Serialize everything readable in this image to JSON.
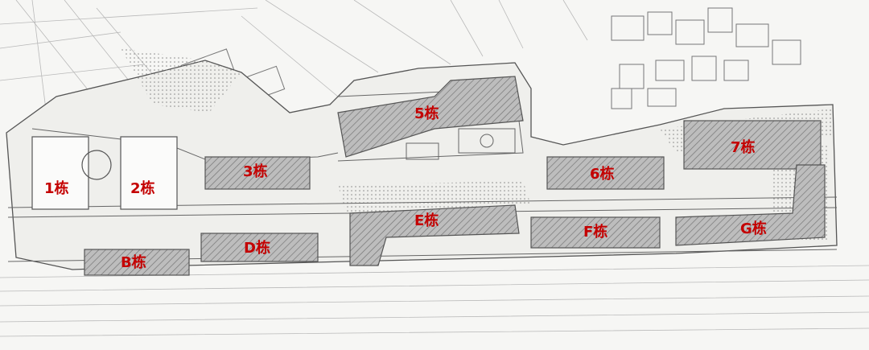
{
  "buildings": {
    "b1": "1栋",
    "b2": "2栋",
    "b3": "3栋",
    "b5": "5栋",
    "b6": "6栋",
    "b7": "7栋",
    "bB": "B栋",
    "bD": "D栋",
    "bE": "E栋",
    "bF": "F栋",
    "bG": "G栋"
  },
  "colors": {
    "label": "#c40000",
    "paper": "#f6f6f4",
    "line": "#6b6b6b",
    "hatch": "#8a8a8a"
  }
}
